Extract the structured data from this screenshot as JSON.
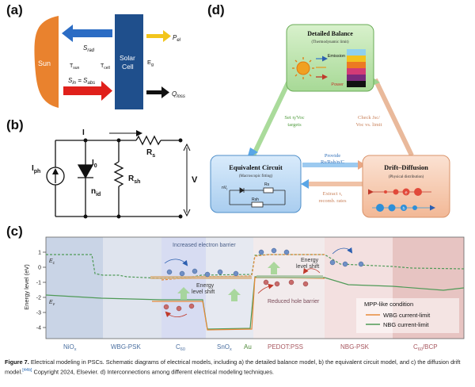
{
  "panels": {
    "a": "(a)",
    "b": "(b)",
    "c": "(c)",
    "d": "(d)"
  },
  "panel_a": {
    "sun": "Sun",
    "solar_cell_line1": "Solar",
    "solar_cell_line2": "Cell",
    "s_rad": "S",
    "s_rad_sub": "rad",
    "p_el": "P",
    "p_el_sub": "el",
    "t_sun": "T",
    "t_sun_sub": "sun",
    "t_cell": "T",
    "t_cell_sub": "cell",
    "eg": "E",
    "eg_sub": "g",
    "s_in": "S",
    "s_in_sub": "in",
    "eq": " = S",
    "s_abs_sub": "abs",
    "q_loss": "Q",
    "q_loss_sub": "loss",
    "colors": {
      "sun": "#e9822e",
      "cell": "#1f4f8c",
      "blue_arrow": "#2b6cc4",
      "red_arrow": "#e0201b",
      "yellow_arrow": "#f2c51c"
    }
  },
  "panel_b": {
    "i": "I",
    "iph": "I",
    "iph_sub": "ph",
    "i0": "I",
    "i0_sub": "0",
    "nid": "n",
    "nid_sub": "id",
    "rs": "R",
    "rs_sub": "s",
    "rsh": "R",
    "rsh_sub": "sh",
    "v": "V"
  },
  "panel_d": {
    "detailed_balance_title": "Detailed Balance",
    "detailed_balance_sub": "(Thermodynamic limit)",
    "emission": "Emission",
    "power": "Power",
    "equivalent_circuit_title": "Equivalent Circuit",
    "equivalent_circuit_sub": "(Macroscopic fitting)",
    "nvt": "nV",
    "nvt_sub": "t",
    "rs": "Rs",
    "rsh": "Rsh",
    "drift_title": "Drift–Diffusion",
    "drift_sub": "(Physical distribution)",
    "set_line1": "Set η/Voc",
    "set_line2": "targets",
    "check_line1": "Check Jsc/",
    "check_line2": "Voc vs. limit",
    "provide_line1": "Provide",
    "provide_line2": "Rs/Rsh/n/C",
    "extract_line1": "Extract τ,",
    "extract_line2": "recomb. rates",
    "e_label": "e",
    "h_label": "h",
    "colors": {
      "db_fill": "#b7e3a8",
      "ec_fill": "#bcd8f4",
      "dd_fill": "#f6c9ad",
      "green_arrow": "#9fd48f",
      "blue_arrow": "#5aa6e6",
      "orange_arrow": "#e9b08e"
    }
  },
  "panel_c": {
    "ylabel": "Energy level (eV)",
    "ticks": [
      "1",
      "0",
      "-1",
      "-2",
      "-3",
      "-4"
    ],
    "ec": "E",
    "ec_sub": "c",
    "ev": "E",
    "ev_sub": "v",
    "layers": [
      "NiO",
      "WBG-PSK",
      "C",
      "SnO",
      "Au",
      "PEDOT:PSS",
      "NBG-PSK",
      "C"
    ],
    "nio_sub": "x",
    "c60_sub": "60",
    "sno_sub": "x",
    "c60bcp_sub": "60",
    "c60bcp_tail": "/BCP",
    "increased_barrier": "Increased electron barrier",
    "energy_shift_1a": "Energy",
    "energy_shift_1b": "level shift",
    "energy_shift_2a": "Energy",
    "energy_shift_2b": "level shift",
    "reduced_barrier": "Reduced hole barrier",
    "legend_title": "MPP-like condition",
    "legend_wbg": "WBG current-limit",
    "legend_nbg": "NBG current-limit",
    "colors": {
      "wbg": "#e88a3a",
      "nbg": "#4f9a57",
      "hole": "#c96b6b",
      "electron": "#6f8fc5"
    }
  },
  "caption": {
    "fig": "Figure 7.",
    "text1": " Electrical modeling in PSCs. Schematic diagrams of electrical models, including a) the detailed balance model, b) the equivalent circuit model, and c) the diffusion drift model.",
    "ref": "[44b]",
    "text2": " Copyright 2024, Elsevier. d) Interconnections among different electrical modeling techniques."
  }
}
